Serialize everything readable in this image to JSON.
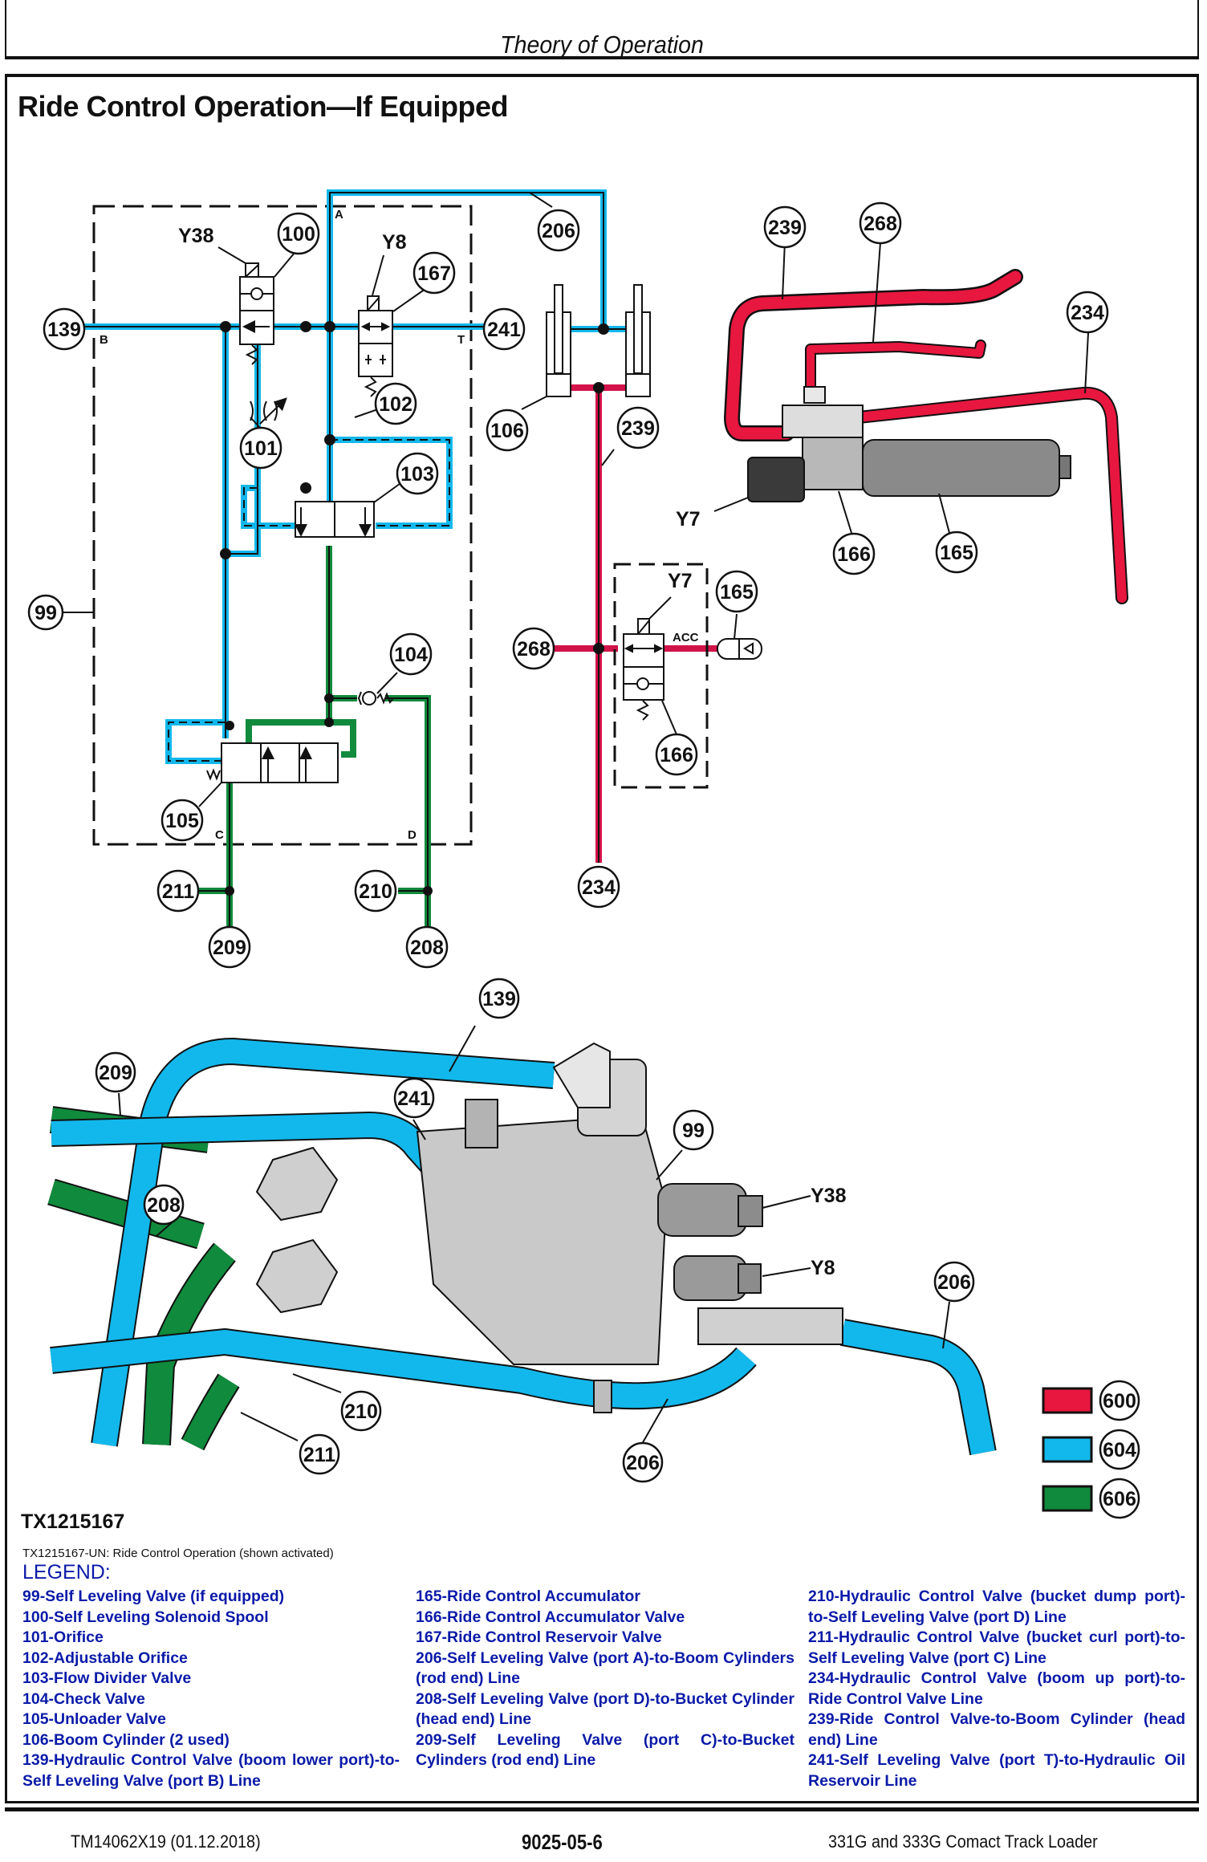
{
  "header": {
    "title": "Theory of Operation"
  },
  "section": {
    "title": "Ride Control Operation—If Equipped"
  },
  "colors": {
    "red_600": "#e8173f",
    "blue_604": "#12b8ec",
    "green_606": "#108a3c",
    "legend_text": "#0a1aa8"
  },
  "schematic": {
    "callouts": {
      "c99": "99",
      "c100": "100",
      "c101": "101",
      "c102": "102",
      "c103": "103",
      "c104": "104",
      "c105": "105",
      "c106": "106",
      "c139": "139",
      "c165": "165",
      "c166": "166",
      "c167": "167",
      "c206": "206",
      "c208": "208",
      "c209": "209",
      "c210": "210",
      "c211": "211",
      "c234": "234",
      "c239": "239",
      "c241": "241",
      "c268": "268"
    },
    "solenoids": {
      "y38": "Y38",
      "y8": "Y8",
      "y7": "Y7"
    },
    "ports": {
      "a": "A",
      "b": "B",
      "t": "T",
      "c": "C",
      "d": "D",
      "acc": "ACC"
    }
  },
  "accumulator_illustration": {
    "callouts": {
      "c239": "239",
      "c268": "268",
      "c234": "234",
      "c166": "166",
      "c165": "165"
    },
    "solenoid": "Y7"
  },
  "valve_illustration": {
    "callouts": {
      "c139": "139",
      "c209": "209",
      "c241": "241",
      "c99": "99",
      "c208": "208",
      "c206a": "206",
      "c210": "210",
      "c211": "211",
      "c206b": "206"
    },
    "solenoids": {
      "y38": "Y38",
      "y8": "Y8"
    }
  },
  "color_key": [
    {
      "color": "#e8173f",
      "code": "600"
    },
    {
      "color": "#12b8ec",
      "code": "604"
    },
    {
      "color": "#108a3c",
      "code": "606"
    }
  ],
  "figure": {
    "id": "TX1215167",
    "caption": "TX1215167-UN: Ride Control Operation (shown activated)"
  },
  "legend": {
    "heading": "LEGEND:",
    "columns": [
      [
        "99-Self Leveling Valve (if equipped)",
        "100-Self Leveling Solenoid Spool",
        "101-Orifice",
        "102-Adjustable Orifice",
        "103-Flow Divider Valve",
        "104-Check Valve",
        "105-Unloader Valve",
        "106-Boom Cylinder (2 used)",
        "139-Hydraulic Control Valve (boom lower port)-to-Self Leveling Valve (port B) Line"
      ],
      [
        "165-Ride Control Accumulator",
        "166-Ride Control Accumulator Valve",
        "167-Ride Control Reservoir Valve",
        "206-Self Leveling Valve (port A)-to-Boom Cylinders (rod end) Line",
        "208-Self Leveling Valve (port D)-to-Bucket Cylinder (head end) Line",
        "209-Self Leveling Valve (port C)-to-Bucket Cylinders (rod end) Line"
      ],
      [
        "210-Hydraulic Control Valve (bucket dump port)-to-Self Leveling Valve (port D) Line",
        "211-Hydraulic Control Valve (bucket curl port)-to-Self Leveling Valve (port C) Line",
        "234-Hydraulic Control Valve (boom up port)-to-Ride Control Valve Line",
        "239-Ride Control Valve-to-Boom Cylinder (head end) Line",
        "241-Self Leveling Valve (port T)-to-Hydraulic Oil Reservoir Line"
      ]
    ]
  },
  "footer": {
    "doc_id": "TM14062X19 (01.12.2018)",
    "page": "9025-05-6",
    "product": "331G and 333G Comact Track Loader"
  }
}
